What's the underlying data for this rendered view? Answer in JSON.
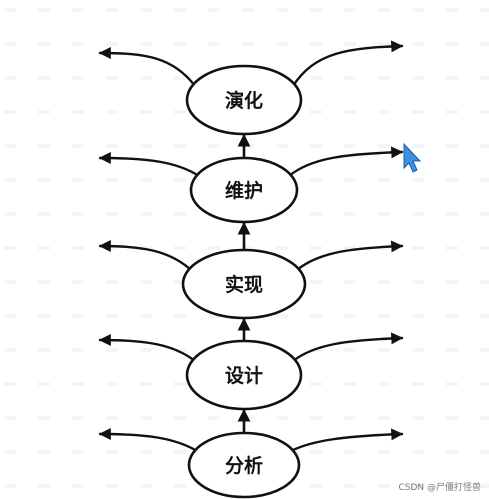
{
  "nodes": [
    {
      "id": "yanhua",
      "label": "演化"
    },
    {
      "id": "weihu",
      "label": "维护"
    },
    {
      "id": "shixian",
      "label": "实现"
    },
    {
      "id": "sheji",
      "label": "设计"
    },
    {
      "id": "fenxi",
      "label": "分析"
    }
  ],
  "watermark": "CSDN @尸僵打怪兽",
  "colors": {
    "stroke": "#111111",
    "cursor": "#3f8fe0",
    "background": "#ffffff"
  },
  "icons": {
    "cursor": "mouse-pointer-icon"
  }
}
